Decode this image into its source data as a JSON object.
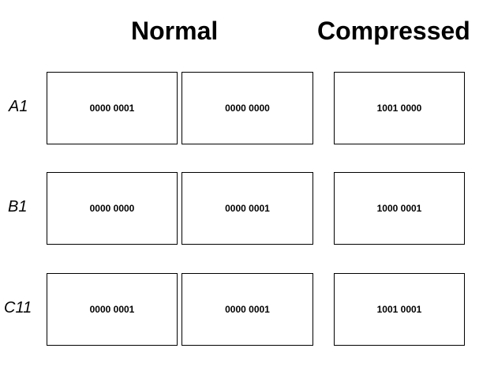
{
  "headers": {
    "normal": "Normal",
    "compressed": "Compressed"
  },
  "rows": [
    {
      "label": "A1",
      "normal": [
        "0000 0001",
        "0000 0000"
      ],
      "compressed": "1001 0000"
    },
    {
      "label": "B1",
      "normal": [
        "0000 0000",
        "0000 0001"
      ],
      "compressed": "1000 0001"
    },
    {
      "label": "C11",
      "normal": [
        "0000 0001",
        "0000 0001"
      ],
      "compressed": "1001 0001"
    }
  ]
}
